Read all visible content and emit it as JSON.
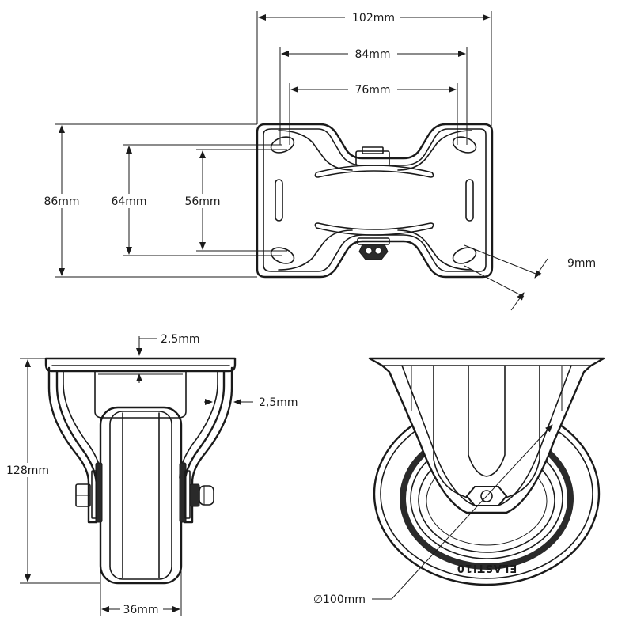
{
  "top_view": {
    "overall_width": "102mm",
    "outer_hole_spacing": "84mm",
    "inner_hole_spacing": "76mm",
    "overall_length": "86mm",
    "outer_hole_length": "64mm",
    "inner_hole_length": "56mm",
    "slot_width": "9mm"
  },
  "front_view": {
    "plate_thickness": "2,5mm",
    "fork_thickness": "2,5mm",
    "total_height": "128mm",
    "wheel_width": "36mm"
  },
  "side_view": {
    "wheel_diameter": "100mm",
    "brand_text": "ELASTI10",
    "diameter_symbol": "∅"
  }
}
